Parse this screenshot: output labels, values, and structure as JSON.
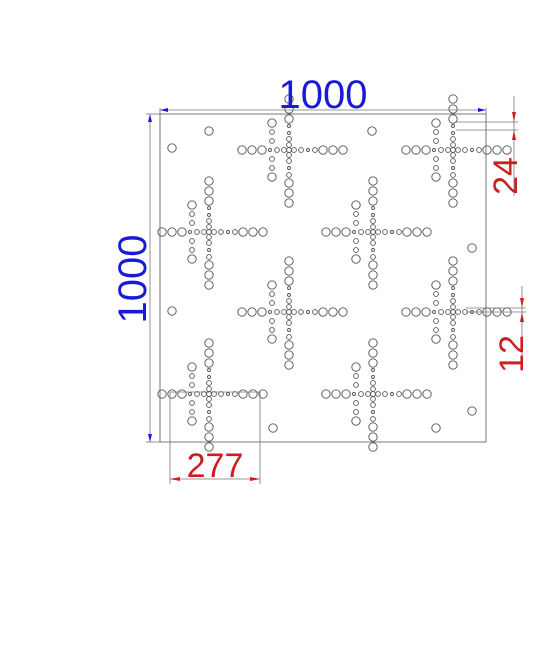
{
  "dimensions": {
    "width_label": "1000",
    "height_label": "1000",
    "hole_large_offset_label": "24",
    "hole_small_offset_label": "12",
    "corner_box_label": "277"
  },
  "colors": {
    "blue_dim": "#1a1ad6",
    "red_dim": "#cc1f1f",
    "line": "#666666",
    "hole": "#555555"
  }
}
